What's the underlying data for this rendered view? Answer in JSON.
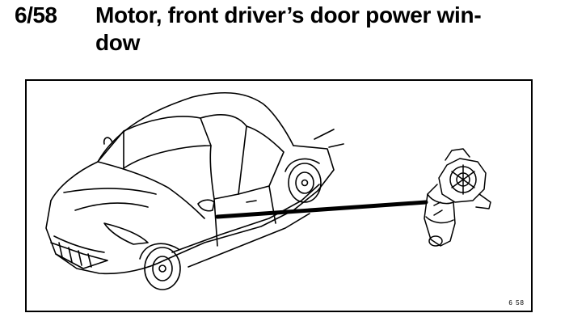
{
  "heading": {
    "code": "6/58",
    "title_line1": "Motor, front driver’s door power win-",
    "title_line2": "dow"
  },
  "figure": {
    "reference": "6 58"
  }
}
